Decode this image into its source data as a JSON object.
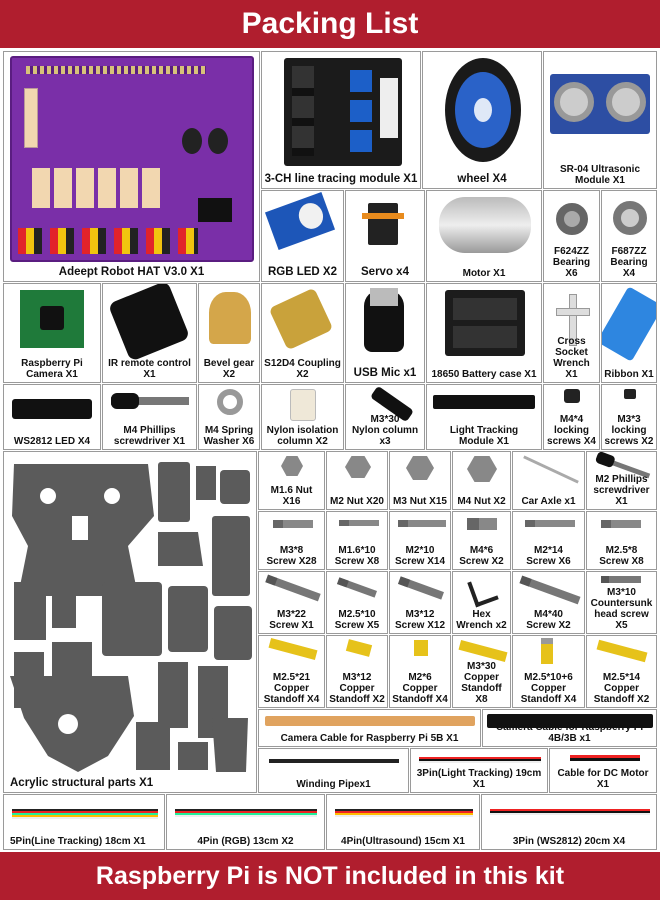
{
  "header": {
    "title": "Packing List"
  },
  "footer": {
    "notice": "Raspberry Pi is NOT included in this kit"
  },
  "items": {
    "robot_hat": "Adeept Robot HAT V3.0 X1",
    "line_module": "3-CH line tracing module  X1",
    "wheel": "wheel  X4",
    "ultrasonic": "SR-04 Ultrasonic\nModule X1",
    "rgb_led": "RGB LED  X2",
    "servo": "Servo x4",
    "motor": "Motor X1",
    "f624": "F624ZZ\nBearing X6",
    "f687": "F687ZZ\nBearing X4",
    "pi_camera": "Raspberry Pi Camera X1",
    "ir_remote": "IR remote control  X1",
    "bevel_gear": "Bevel gear  X2",
    "coupling": "S12D4 Coupling X2",
    "usb_mic": "USB Mic x1",
    "battery_case": "18650 Battery case X1",
    "cross_wrench": "Cross Socket\nWrench X1",
    "ribbon": "Ribbon X1",
    "ws2812": "WS2812 LED  X4",
    "m4_driver": "M4 Phillips\nscrewdriver X1",
    "m4_washer": "M4 Spring\nWasher X6",
    "nylon_iso": "Nylon isolation\ncolumn X2",
    "nylon_col": "M3*30\nNylon column x3",
    "light_track": "Light Tracking\nModule  X1",
    "m4_lock": "M4*4 locking\nscrews X4",
    "m3_lock": "M3*3\nlocking\nscrews X2",
    "acrylic": "Acrylic structural parts X1",
    "m16nut": "M1.6 Nut X16",
    "m2nut": "M2 Nut  X20",
    "m3nut": "M3 Nut  X15",
    "m4nut": "M4 Nut X2",
    "car_axle": "Car Axle x1",
    "m2_driver": "M2 Phillips\nscrewdriver X1",
    "m3x8": "M3*8\nScrew X28",
    "m16x10": "M1.6*10\nScrew X8",
    "m2x10": "M2*10\nScrew X14",
    "m4x6": "M4*6\nScrew X2",
    "m2x14": "M2*14\nScrew X6",
    "m25x8": "M2.5*8\nScrew X8",
    "m3x22": "M3*22\nScrew X1",
    "m25x10": "M2.5*10\nScrew X5",
    "m3x12": "M3*12\nScrew X12",
    "hex": "Hex\nWrench  x2",
    "m4x40": "M4*40\nScrew X2",
    "m3x10": "M3*10\nCountersunk\nhead screw X5",
    "cs1": "M2.5*21\nCopper\nStandoff X4",
    "cs2": "M3*12 Copper\nStandoff X2",
    "cs3": "M2*6 Copper\nStandoff X4",
    "cs4": "M3*30\nCopper\nStandoff X8",
    "cs5": "M2.5*10+6\nCopper\nStandoff X4",
    "cs6": "M2.5*14 Copper\nStandoff X2",
    "cam5b": "Camera Cable for Raspberry Pi 5B X1",
    "cam4b": "Camera Cable for Raspberry Pi 4B/3B x1",
    "winding": "Winding Pipex1",
    "pin3light": "3Pin(Light Tracking) 19cm X1",
    "dc_cable": "Cable for DC Motor X1",
    "pin5line": "5Pin(Line Tracking)  18cm X1",
    "pin4rgb": "4Pin (RGB)  13cm X2",
    "pin4ultra": "4Pin(Ultrasound)  15cm X1",
    "pin3ws": "3Pin (WS2812)  20cm X4"
  },
  "colors": {
    "banner": "#b01e2e",
    "pcb_purple": "#7a2fa8",
    "wheel_blue": "#2a62c8",
    "acrylic": "#5b5b5b",
    "brass": "#e6c21a"
  }
}
